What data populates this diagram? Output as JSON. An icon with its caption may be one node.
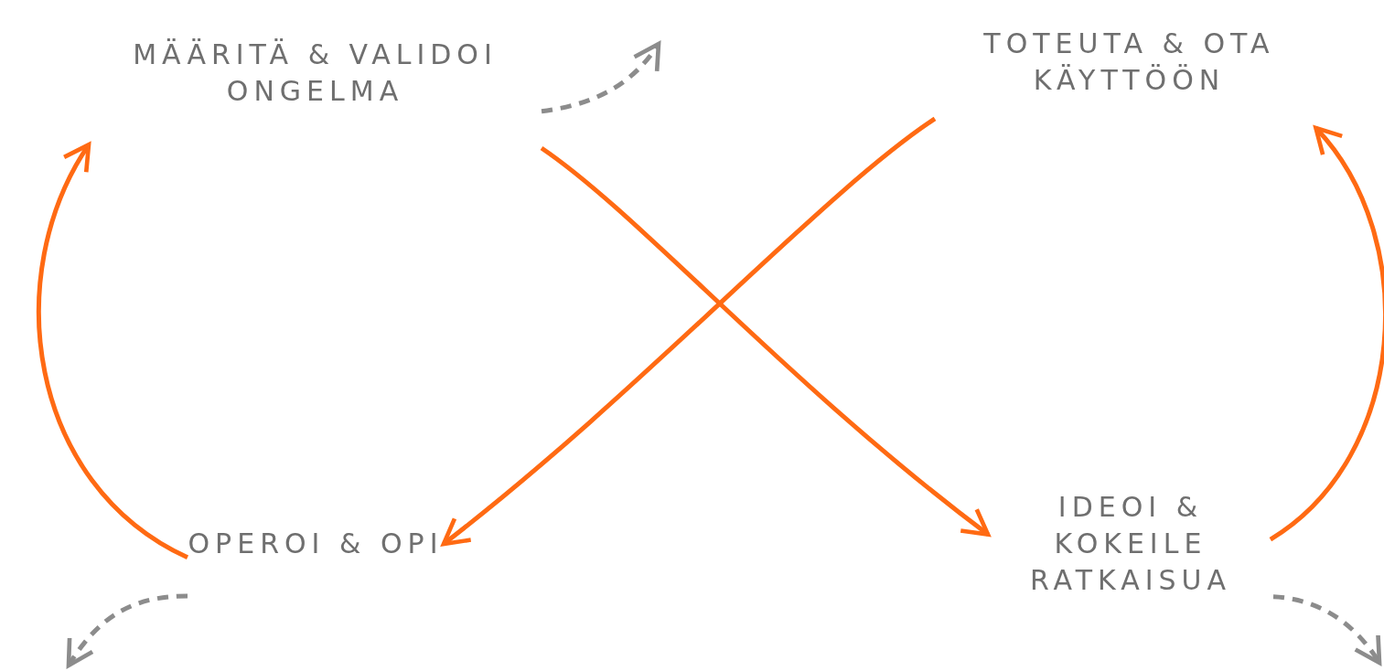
{
  "diagram": {
    "nodes": [
      {
        "text": [
          "MÄÄRITÄ & VALIDOI ONGELMA"
        ]
      },
      {
        "text": [
          "TOTEUTA & OTA KÄYTTÖÖN"
        ]
      },
      {
        "text": [
          "OPEROI & OPI"
        ]
      },
      {
        "text": [
          "IDEOI & KOKEILE RATKAISUA"
        ]
      }
    ],
    "edges": [
      {
        "from": 0,
        "to": 3,
        "arrow": "to"
      },
      {
        "from": 1,
        "to": 2,
        "arrow": "to"
      },
      {
        "from": 2,
        "to": 0,
        "arrow": "to"
      },
      {
        "from": 3,
        "to": 1,
        "arrow": "to"
      },
      {
        "from": 0,
        "to": null,
        "arrow": "to",
        "style": "dashed",
        "color": "#8c8c8c"
      },
      {
        "from": 2,
        "to": null,
        "arrow": "to",
        "style": "dashed",
        "color": "#8c8c8c"
      },
      {
        "from": 3,
        "to": null,
        "arrow": "to",
        "style": "dashed",
        "color": "#8c8c8c"
      }
    ]
  }
}
